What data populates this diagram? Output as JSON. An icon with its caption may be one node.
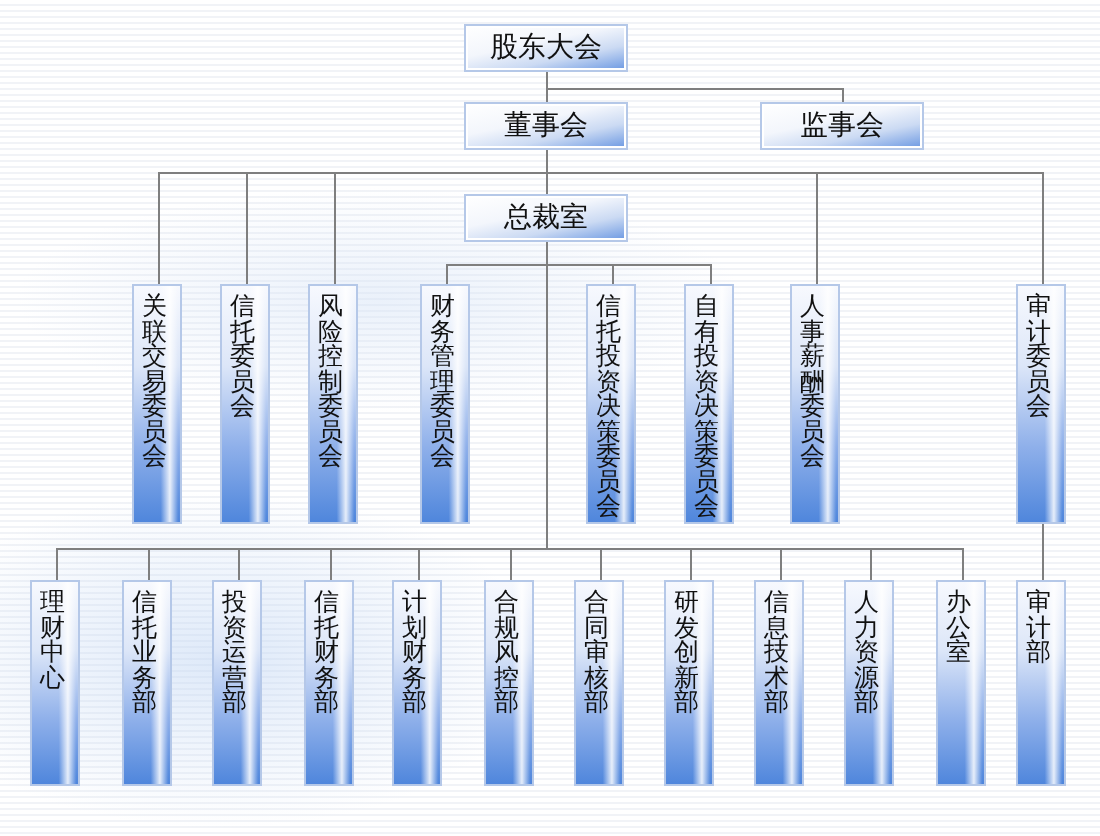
{
  "diagram": {
    "nodes": [
      {
        "text": [
          "股东大会"
        ]
      },
      {
        "text": [
          "董事会"
        ]
      },
      {
        "text": [
          "监事会"
        ]
      },
      {
        "text": [
          "总裁室"
        ]
      },
      {
        "text": [
          "关联交易委员会"
        ]
      },
      {
        "text": [
          "信托委员会"
        ]
      },
      {
        "text": [
          "风险控制委员会"
        ]
      },
      {
        "text": [
          "财务管理委员会"
        ]
      },
      {
        "text": [
          "信托投资决策委员会"
        ]
      },
      {
        "text": [
          "自有投资决策委员会"
        ]
      },
      {
        "text": [
          "人事薪酬委员会"
        ]
      },
      {
        "text": [
          "审计委员会"
        ]
      },
      {
        "text": [
          "理财中心"
        ]
      },
      {
        "text": [
          "信托业务部"
        ]
      },
      {
        "text": [
          "投资运营部"
        ]
      },
      {
        "text": [
          "信托财务部"
        ]
      },
      {
        "text": [
          "计划财务部"
        ]
      },
      {
        "text": [
          "合规风控部"
        ]
      },
      {
        "text": [
          "合同审核部"
        ]
      },
      {
        "text": [
          "研发创新部"
        ]
      },
      {
        "text": [
          "信息技术部"
        ]
      },
      {
        "text": [
          "人力资源部"
        ]
      },
      {
        "text": [
          "办公室"
        ]
      },
      {
        "text": [
          "审计部"
        ]
      }
    ],
    "edges": [
      {
        "from": 0,
        "to": 1,
        "arrow": "none"
      },
      {
        "from": 0,
        "to": 2,
        "arrow": "none"
      },
      {
        "from": 1,
        "to": 3,
        "arrow": "none"
      },
      {
        "from": 1,
        "to": 4,
        "arrow": "none"
      },
      {
        "from": 1,
        "to": 5,
        "arrow": "none"
      },
      {
        "from": 1,
        "to": 6,
        "arrow": "none"
      },
      {
        "from": 1,
        "to": 10,
        "arrow": "none"
      },
      {
        "from": 1,
        "to": 11,
        "arrow": "none"
      },
      {
        "from": 3,
        "to": 7,
        "arrow": "none"
      },
      {
        "from": 3,
        "to": 8,
        "arrow": "none"
      },
      {
        "from": 3,
        "to": 9,
        "arrow": "none"
      },
      {
        "from": 3,
        "to": 12,
        "arrow": "none"
      },
      {
        "from": 3,
        "to": 13,
        "arrow": "none"
      },
      {
        "from": 3,
        "to": 14,
        "arrow": "none"
      },
      {
        "from": 3,
        "to": 15,
        "arrow": "none"
      },
      {
        "from": 3,
        "to": 16,
        "arrow": "none"
      },
      {
        "from": 3,
        "to": 17,
        "arrow": "none"
      },
      {
        "from": 3,
        "to": 18,
        "arrow": "none"
      },
      {
        "from": 3,
        "to": 19,
        "arrow": "none"
      },
      {
        "from": 3,
        "to": 20,
        "arrow": "none"
      },
      {
        "from": 3,
        "to": 21,
        "arrow": "none"
      },
      {
        "from": 3,
        "to": 22,
        "arrow": "none"
      },
      {
        "from": 11,
        "to": 23,
        "arrow": "none"
      }
    ]
  }
}
